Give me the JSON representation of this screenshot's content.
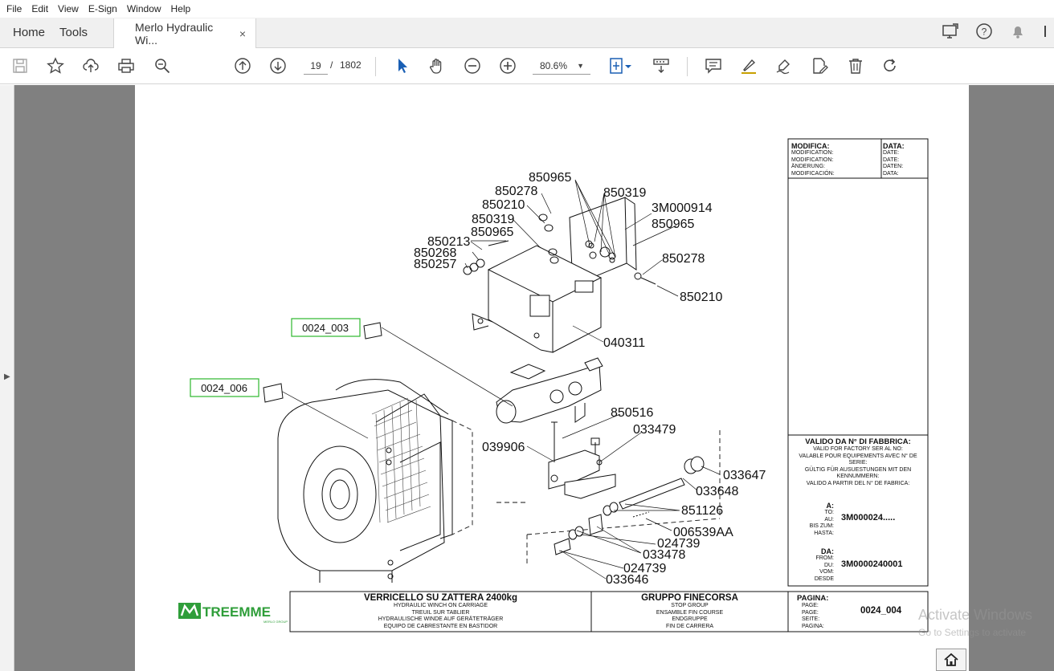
{
  "menu": [
    "File",
    "Edit",
    "View",
    "E-Sign",
    "Window",
    "Help"
  ],
  "nav_tabs": {
    "home": "Home",
    "tools": "Tools"
  },
  "doc_tab": {
    "title": "Merlo Hydraulic Wi...",
    "close": "×"
  },
  "toolbar": {
    "page_current": "19",
    "page_sep": "/",
    "page_total": "1802",
    "zoom": "80.6%"
  },
  "drawing": {
    "part_labels": [
      "850965",
      "850278",
      "850210",
      "850319",
      "850213",
      "850268",
      "850257",
      "850965",
      "850319",
      "3M000914",
      "850965",
      "850278",
      "850210",
      "040311",
      "850516",
      "033479",
      "039906",
      "033647",
      "033648",
      "851126",
      "006539AA",
      "024739",
      "033478",
      "024739",
      "033646"
    ],
    "ref_boxes": [
      "0024_003",
      "0024_006"
    ],
    "logo_text": "TREEMME",
    "logo_sub": "MERLO GROUP"
  },
  "revision_block": {
    "modifica_title": "MODIFICA:",
    "modifica_lines": [
      "MODIFICATION:",
      "MODIFICATION:",
      "ÄNDERUNG:",
      "MODIFICACIÓN:"
    ],
    "data_title": "DATA:",
    "data_lines": [
      "DATE:",
      "DATE:",
      "DATEN:",
      "DATA:"
    ]
  },
  "validity_block": {
    "title": "VALIDO DA N° DI FABBRICA:",
    "lines": [
      "VALID FOR FACTORY SER AL NO:",
      "VALABLE POUR EQUIPEMENTS AVEC N° DE",
      "SERIE:",
      "GÜLTIG FÜR AUSUESTUNGEN MIT DEN",
      "KENNUMMERN:",
      "VALIDO A PARTIR DEL N° DE FABRICA:"
    ],
    "to_title": "A:",
    "to_lines": [
      "TO:",
      "AU:",
      "BIS ZUM:",
      "HASTA:"
    ],
    "to_value": "3M000024.....",
    "from_title": "DA:",
    "from_lines": [
      "FROM:",
      "DU:",
      "VOM:",
      "DESDE"
    ],
    "from_value": "3M0000240001"
  },
  "title_block": {
    "title_main": "VERRICELLO SU ZATTERA 2400kg",
    "title_lines": [
      "HYDRAULIC WINCH ON CARRIAGE",
      "TREUIL SUR TABLIER",
      "HYDRAULISCHE WINDE AUF GERÄTETRÄGER",
      "EQUIPO DE CABRESTANTE EN BASTIDOR"
    ],
    "group_main": "GRUPPO FINECORSA",
    "group_lines": [
      "STOP GROUP",
      "ENSAMBLE FIN COURSE",
      "ENDGRUPPE",
      "FIN DE CARRERA"
    ],
    "page_title": "PAGINA:",
    "page_lines": [
      "PAGE:",
      "PAGE:",
      "SEITE:",
      "PAGINA:"
    ],
    "page_value": "0024_004"
  },
  "watermark": {
    "line1": "Activate Windows",
    "line2": "Go to Settings to activate"
  },
  "colors": {
    "ref_box_border": "#2db82d",
    "logo_green": "#2f9e3a",
    "viewer_bg": "#808080",
    "select_blue": "#1a5fb4"
  }
}
